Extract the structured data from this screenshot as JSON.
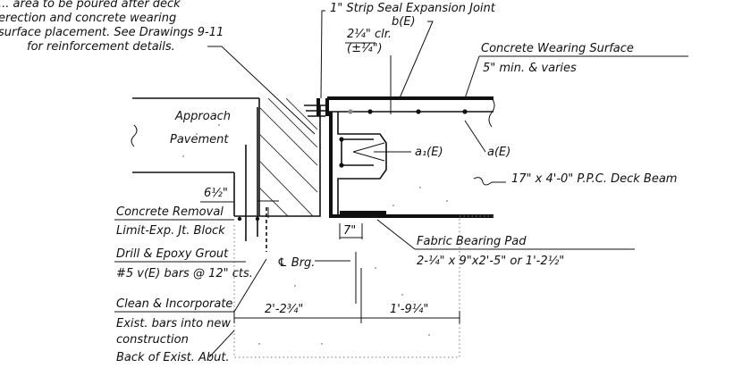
{
  "notes": {
    "top_left": [
      "... area to be poured after deck",
      "erection and concrete wearing",
      "surface placement. See Drawings 9-11",
      "for reinforcement details."
    ],
    "strip_seal": "1\" Strip Seal Expansion Joint",
    "clearance_1": "2¼\" clr.",
    "clearance_2": "(±¼\")",
    "bar_bE": "b(E)",
    "wearing_surface_1": "Concrete Wearing Surface",
    "wearing_surface_2": "5\" min. & varies",
    "approach_1": "Approach",
    "approach_2": "Pavement",
    "bar_a1E": "a₁(E)",
    "bar_aE": "a(E)",
    "deck_beam": "17\" x 4'-0\" P.P.C. Deck Beam",
    "dim_6half": "6½\"",
    "removal_1": "Concrete Removal",
    "removal_2": "Limit-Exp. Jt. Block",
    "dim_7": "7\"",
    "bearing_pad_1": "Fabric Bearing Pad",
    "bearing_pad_2": "2-¼\" x 9\"x2'-5\" or 1'-2½\"",
    "drill_1": "Drill & Epoxy Grout",
    "drill_2": "#5 v(E) bars @ 12\" cts.",
    "cl_brg": "℄ Brg.",
    "clean_1": "Clean & Incorporate",
    "clean_2": "Exist. bars into new",
    "clean_3": "construction",
    "back_abut": "Back of Exist. Abut.",
    "dim_left": "2'-2¾\"",
    "dim_right": "1'-9¼\""
  }
}
